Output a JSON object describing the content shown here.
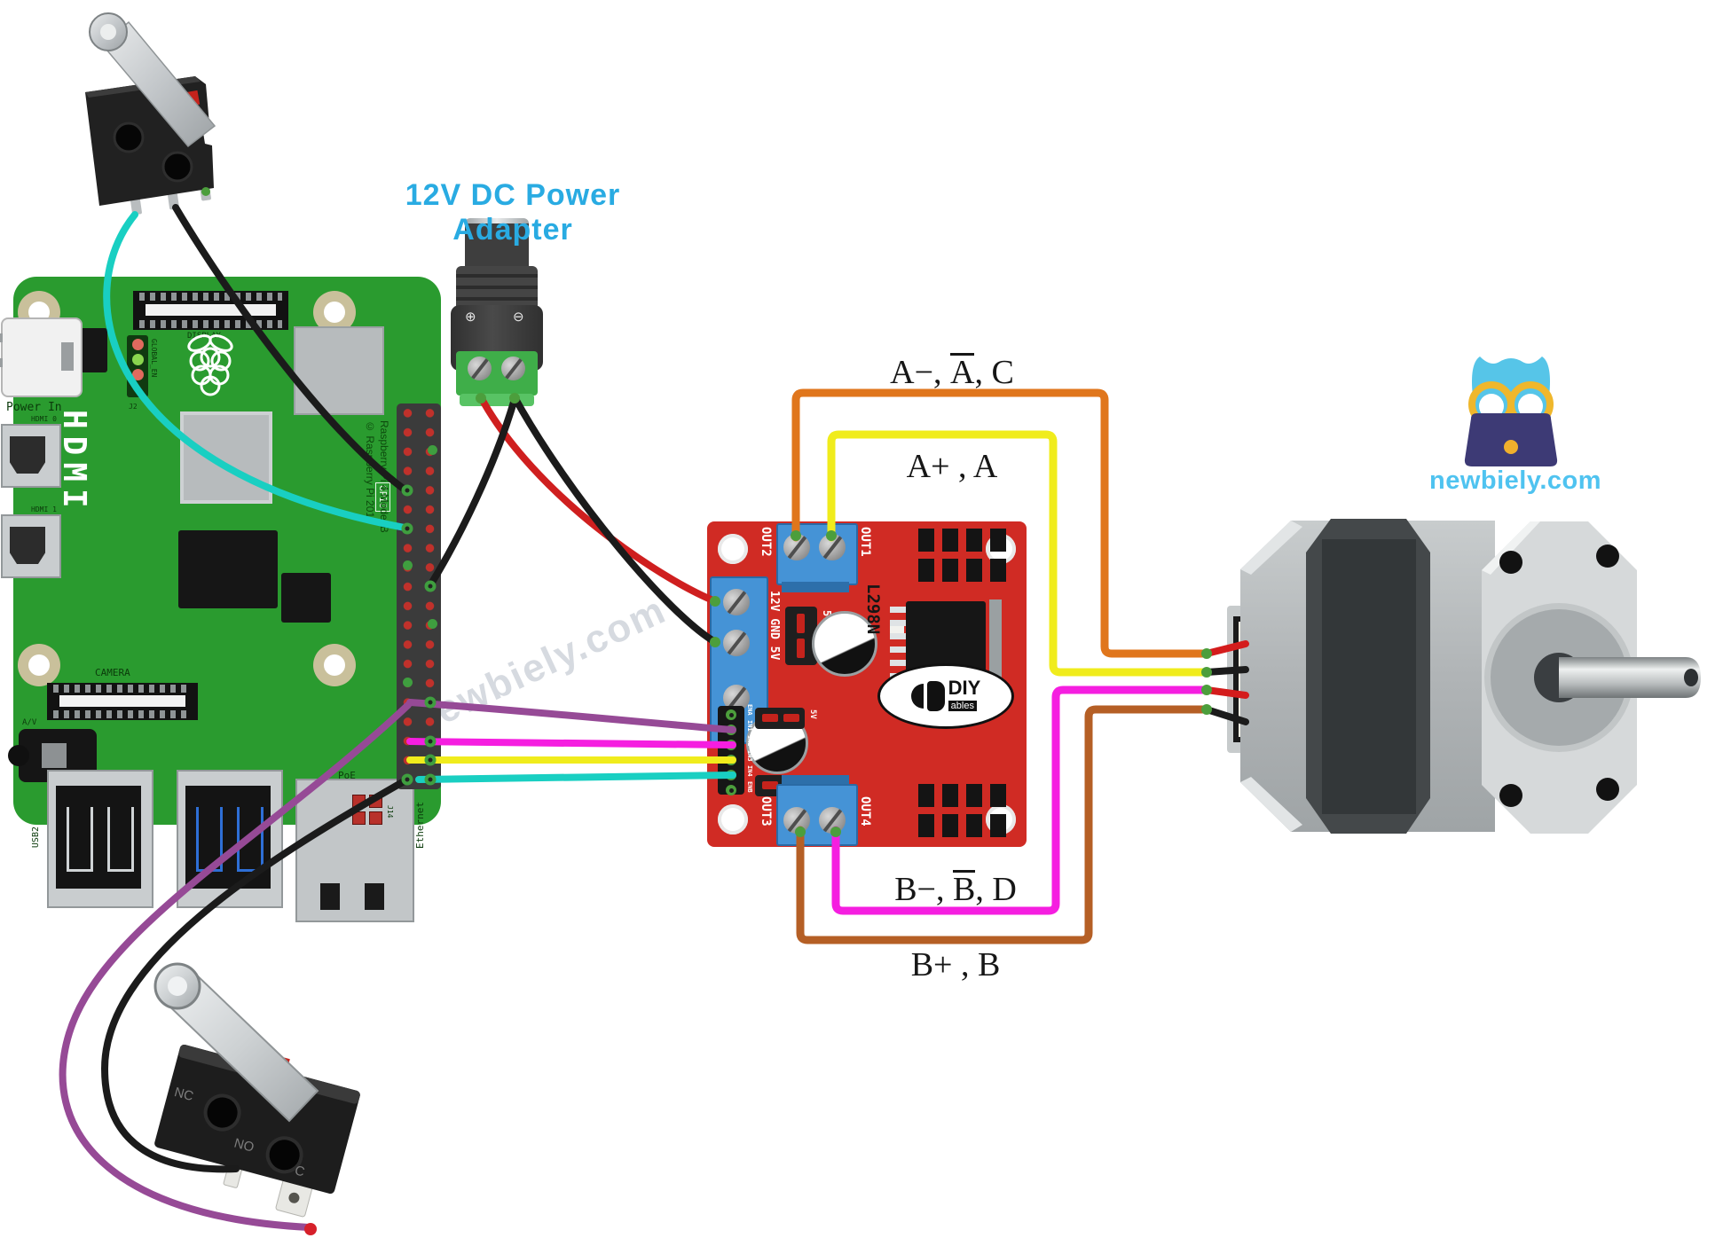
{
  "adapter": {
    "label": "12V DC Power Adapter"
  },
  "watermark": "newbiely.com",
  "brand": {
    "site": "newbiely.com"
  },
  "wire_labels": {
    "a_minus": {
      "pre": "A−, ",
      "over": "A",
      "post": ", C"
    },
    "a_plus": {
      "pre": "A+ , A",
      "over": "",
      "post": ""
    },
    "b_minus": {
      "pre": "B−, ",
      "over": "B",
      "post": ", D"
    },
    "b_plus": {
      "pre": "B+ , B",
      "over": "",
      "post": ""
    }
  },
  "raspberry_pi": {
    "power_in": "Power In",
    "hdmi_big": "HDMI",
    "hdmi0": "HDMI 0",
    "hdmi1": "HDMI 1",
    "display": "DISPLAY",
    "camera": "CAMERA",
    "av": "A/V",
    "usb2": "USB2",
    "ethernet": "Ethernet",
    "poe": "PoE",
    "j14": "J14",
    "j2": "J2",
    "global_en": "GLOBAL_EN",
    "gpio": "GPIO",
    "model": "Raspberry Pi 4 Model B",
    "copyright": "© Raspberry Pi 2018"
  },
  "l298n": {
    "name": "L298N",
    "out1": "OUT1",
    "out2": "OUT2",
    "out3": "OUT3",
    "out4": "OUT4",
    "power_pins": "12V GND 5V",
    "jumper": "5VEN",
    "v5": "5V",
    "pins": [
      "ENA",
      "IN1",
      "IN2",
      "IN3",
      "IN4",
      "ENB"
    ],
    "logo_diy": "DIY",
    "logo_ables": "ables"
  },
  "limit_switch": {
    "nc": "NC",
    "no": "NO",
    "c": "C"
  },
  "colors": {
    "pi_green": "#2a9b2f",
    "board_red": "#d02b24",
    "terminal_blue": "#4593d6",
    "label_blue": "#29abe2",
    "wire_orange_a": "#e0761c",
    "wire_orange_b": "#b55f25",
    "wire_yellow": "#f0ec1c",
    "wire_magenta": "#f51ee0",
    "wire_purple": "#964a96",
    "wire_cyan": "#19cfc2",
    "wire_red": "#cf1f1f",
    "wire_black": "#1b1b1b",
    "logo_owl": "#56c5e8",
    "logo_glasses": "#efb72c",
    "logo_laptop": "#3d3a75"
  }
}
